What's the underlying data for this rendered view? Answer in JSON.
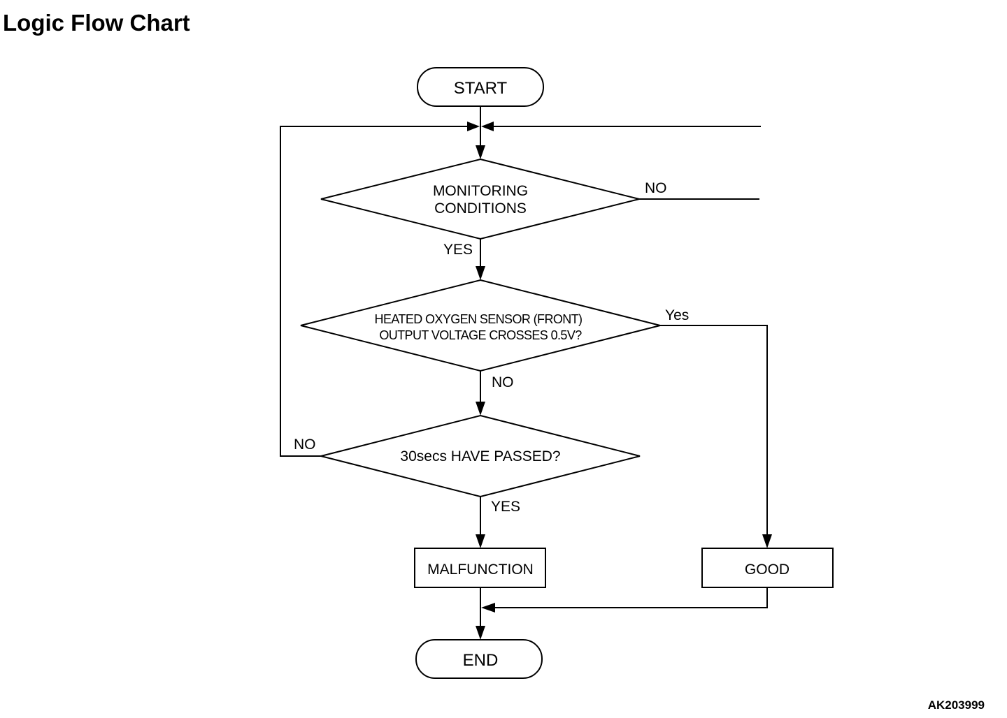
{
  "title": "Logic Flow Chart",
  "doc_code": "AK203999",
  "nodes": {
    "start": "START",
    "monitoring": [
      "MONITORING",
      "CONDITIONS"
    ],
    "sensor": [
      "HEATED OXYGEN SENSOR (FRONT)",
      "OUTPUT VOLTAGE CROSSES 0.5V?"
    ],
    "timer": "30secs HAVE PASSED?",
    "malfunction": "MALFUNCTION",
    "good": "GOOD",
    "end": "END"
  },
  "edges": {
    "monitoring_no": "NO",
    "monitoring_yes": "YES",
    "sensor_yes": "Yes",
    "sensor_no": "NO",
    "timer_no": "NO",
    "timer_yes": "YES"
  }
}
